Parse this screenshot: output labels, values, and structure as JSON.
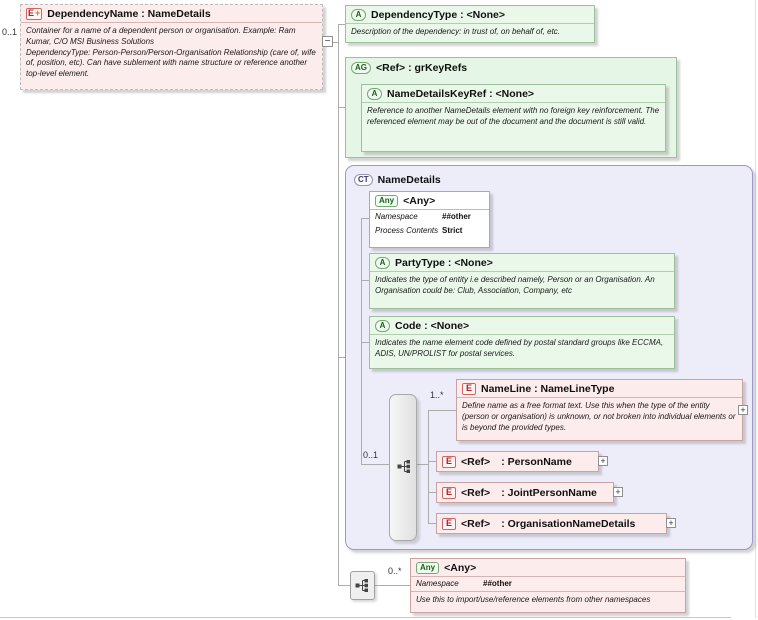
{
  "symbols": {
    "collapse": "−",
    "expand": "+",
    "badge_plus": "+"
  },
  "cards": {
    "dependency": "0..1",
    "choice": "0..1",
    "name_line": "1..*",
    "wildcard": "0..*"
  },
  "dependency_element": {
    "badge": "E",
    "title": "DependencyName : NameDetails",
    "doc": "Container for a name of a dependent person or organisation. Example: Ram Kumar, C/O MSI Business Solutions\nDependencyType: Person-Person/Person-Organisation Relationship (care of, wife of, position, etc). Can have sublement with name structure or reference another top-level element."
  },
  "dependency_type_attribute": {
    "badge": "A",
    "title": "DependencyType : <None>",
    "doc": "Description of the dependency: in trust of, on behalf of, etc."
  },
  "key_refs_group": {
    "badge": "AG",
    "title": "<Ref> : grKeyRefs",
    "key_ref_attribute": {
      "badge": "A",
      "title": "NameDetailsKeyRef : <None>",
      "doc": "Reference to another NameDetails element with no foreign key reinforcement. The referenced element may be out of the document and the document is still valid."
    }
  },
  "name_details_type": {
    "badge": "CT",
    "title": "NameDetails",
    "any_attribute": {
      "badge": "Any",
      "title": "<Any>",
      "namespace_label": "Namespace",
      "namespace_value": "##other",
      "process_contents_label": "Process Contents",
      "process_contents_value": "Strict"
    },
    "party_type_attribute": {
      "badge": "A",
      "title": "PartyType : <None>",
      "doc": "Indicates the type of entity i.e described namely, Person or an Organisation. An Organisation could be: Club, Association, Company, etc"
    },
    "code_attribute": {
      "badge": "A",
      "title": "Code : <None>",
      "doc": "Indicates the name element code defined by postal standard groups like ECCMA, ADIS, UN/PROLIST for postal services."
    },
    "name_line_element": {
      "badge": "E",
      "title": "NameLine : NameLineType",
      "doc": "Define name as a free format text. Use this when the type of the entity (person or organisation) is unknown, or not broken into individual elements or is beyond the provided types."
    },
    "ref_elements": [
      {
        "badge": "E",
        "ref": "<Ref>",
        "type": ": PersonName"
      },
      {
        "badge": "E",
        "ref": "<Ref>",
        "type": ": JointPersonName"
      },
      {
        "badge": "E",
        "ref": "<Ref>",
        "type": ": OrganisationNameDetails"
      }
    ]
  },
  "wildcard_element": {
    "badge": "Any",
    "title": "<Any>",
    "namespace_label": "Namespace",
    "namespace_value": "##other",
    "doc": "Use this to import/use/reference elements from other namespaces"
  }
}
